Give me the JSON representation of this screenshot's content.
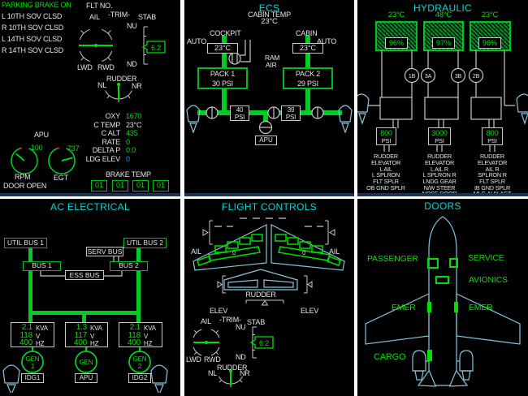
{
  "status": {
    "parking_brake": "PARKING BRAKE ON",
    "sov": [
      "L 10TH SOV CLSD",
      "R 10TH SOV CLSD",
      "L 14TH SOV CLSD",
      "R 14TH SOV CLSD"
    ],
    "flt_no": "FLT NO.",
    "trim": {
      "ail": "AIL",
      "trim": "-TRIM-",
      "stab": "STAB",
      "nu": "NU",
      "nd": "ND",
      "value": "6.2",
      "lwd": "LWD",
      "rwd": "RWD",
      "rudder": "RUDDER",
      "nl": "NL",
      "nr": "NR"
    },
    "cabin": [
      {
        "label": "OXY",
        "value": "1670"
      },
      {
        "label": "C TEMP",
        "value": "23°C"
      },
      {
        "label": "C ALT",
        "value": "435"
      },
      {
        "label": "RATE",
        "value": "0"
      },
      {
        "label": "DELTA P",
        "value": "0.0"
      },
      {
        "label": "LDG ELEV",
        "value": "0"
      }
    ],
    "apu": {
      "label": "APU",
      "rpm": "RPM",
      "egt": "EGT",
      "rpm_value": "100",
      "egt_value": "737"
    },
    "brake": {
      "label": "BRAKE TEMP",
      "values": [
        "01",
        "01",
        "01",
        "01"
      ]
    },
    "door_open": "DOOR OPEN"
  },
  "ecs": {
    "title": "ECS",
    "cabin_temp_label": "CABIN TEMP",
    "cabin_temp_value": "23°C",
    "cockpit": "COCKPIT",
    "cabin": "CABIN",
    "auto_l": "AUTO",
    "auto_r": "AUTO",
    "cockpit_duct_temp": "23°C",
    "cabin_duct_temp": "23°C",
    "ram": "RAM",
    "air": "AIR",
    "pack1": {
      "name": "PACK 1",
      "psi": "30 PSI"
    },
    "pack2": {
      "name": "PACK 2",
      "psi": "29 PSI"
    },
    "bleed1": {
      "value": "40",
      "unit": "PSI"
    },
    "bleed2": {
      "value": "39",
      "unit": "PSI"
    },
    "apu": "APU"
  },
  "hyd": {
    "title": "HYDRAULIC",
    "temps": [
      "23°C",
      "48°C",
      "23°C"
    ],
    "qty": [
      "96%",
      "97%",
      "96%"
    ],
    "pumps": [
      "1B",
      "3A",
      "3B",
      "2B"
    ],
    "press": [
      "800",
      "3000",
      "800"
    ],
    "psi": "PSI",
    "lists": [
      [
        "RUDDER",
        "ELEVATOR",
        "L AIL",
        "L SPLRON",
        "FLT SPLR",
        "OB GND SPLR"
      ],
      [
        "RUDDER",
        "ELEVATOR",
        "L AIL R",
        "L SPLRON R",
        "LNDG GEAR",
        "N/W STEER",
        "NOSE DOOR"
      ],
      [
        "RUDDER",
        "ELEVATOR",
        "AIL R",
        "SPLRON R",
        "FLT SPLR",
        "IB GND SPLR",
        "MLG AUX ACT"
      ]
    ]
  },
  "ac": {
    "title": "AC ELECTRICAL",
    "util1": "UTIL BUS 1",
    "util2": "UTIL BUS 2",
    "serv": "SERV BUS",
    "bus1": "BUS 1",
    "bus2": "BUS 2",
    "ess": "ESS BUS",
    "gens": [
      {
        "kva": "2.1",
        "v": "118",
        "hz": "400",
        "u_kva": "KVA",
        "u_v": "V",
        "u_hz": "HZ",
        "gen1": "GEN",
        "gen2": "1",
        "src": "IDG1"
      },
      {
        "kva": "1.3",
        "v": "117",
        "hz": "400",
        "u_kva": "KVA",
        "u_v": "V",
        "u_hz": "HZ",
        "gen1": "GEN",
        "gen2": "",
        "src": "APU"
      },
      {
        "kva": "2.1",
        "v": "118",
        "hz": "400",
        "u_kva": "KVA",
        "u_v": "V",
        "u_hz": "HZ",
        "gen1": "GEN",
        "gen2": "2",
        "src": "IDG2"
      }
    ]
  },
  "fc": {
    "title": "FLIGHT CONTROLS",
    "ail_l": "AIL",
    "ail_r": "AIL",
    "flap_l": "0",
    "flap_r": "0",
    "rudder_surface": "RUDDER",
    "elev_l": "ELEV",
    "elev_r": "ELEV",
    "trim": {
      "ail": "AIL",
      "trim": "-TRIM-",
      "stab": "STAB",
      "nu": "NU",
      "nd": "ND",
      "value": "6.2",
      "lwd": "LWD",
      "rwd": "RWD",
      "rudder": "RUDDER",
      "nl": "NL",
      "nr": "NR"
    }
  },
  "doors": {
    "title": "DOORS",
    "passenger": "PASSENGER",
    "service": "SERVICE",
    "avionics": "AVIONICS",
    "emer_l": "EMER",
    "emer_r": "EMER",
    "cargo": "CARGO"
  }
}
